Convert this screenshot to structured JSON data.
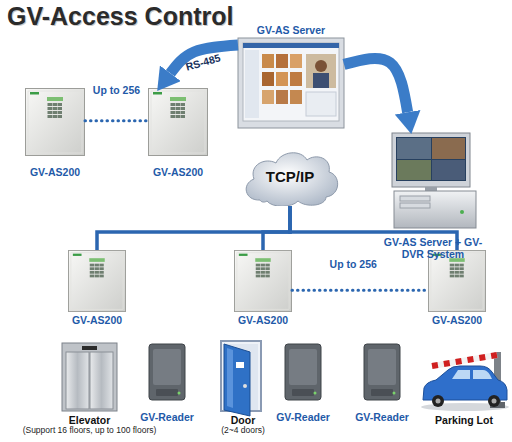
{
  "diagram": {
    "title": "GV-Access Control",
    "nodes": [
      {
        "text": [
          "GV-AS Server"
        ]
      },
      {
        "text": [
          "GV-AS200"
        ]
      },
      {
        "text": [
          "GV-AS200"
        ]
      },
      {
        "text": [
          "TCP/IP"
        ]
      },
      {
        "text": [
          "GV-AS Server + GV-DVR System"
        ]
      },
      {
        "text": [
          "GV-AS200"
        ]
      },
      {
        "text": [
          "GV-AS200"
        ]
      },
      {
        "text": [
          "GV-AS200"
        ]
      },
      {
        "text": [
          "Elevator",
          "(Support 16 floors, up to 100 floors)"
        ]
      },
      {
        "text": [
          "GV-Reader"
        ]
      },
      {
        "text": [
          "Door",
          "(2~4 doors)"
        ]
      },
      {
        "text": [
          "GV-Reader"
        ]
      },
      {
        "text": [
          "GV-Reader"
        ]
      },
      {
        "text": [
          "Parking Lot"
        ]
      }
    ],
    "edges": [
      {
        "from": 0,
        "to": 2,
        "arrow": "to",
        "label": "RS-485"
      },
      {
        "from": 0,
        "to": 4,
        "arrow": "to"
      },
      {
        "from": 1,
        "to": 2,
        "arrow": "none",
        "label": "Up to 256"
      },
      {
        "from": 3,
        "to": 5,
        "arrow": "none"
      },
      {
        "from": 3,
        "to": 6,
        "arrow": "none"
      },
      {
        "from": 3,
        "to": 7,
        "arrow": "none"
      },
      {
        "from": 6,
        "to": 7,
        "arrow": "none",
        "label": "Up to 256"
      }
    ]
  }
}
